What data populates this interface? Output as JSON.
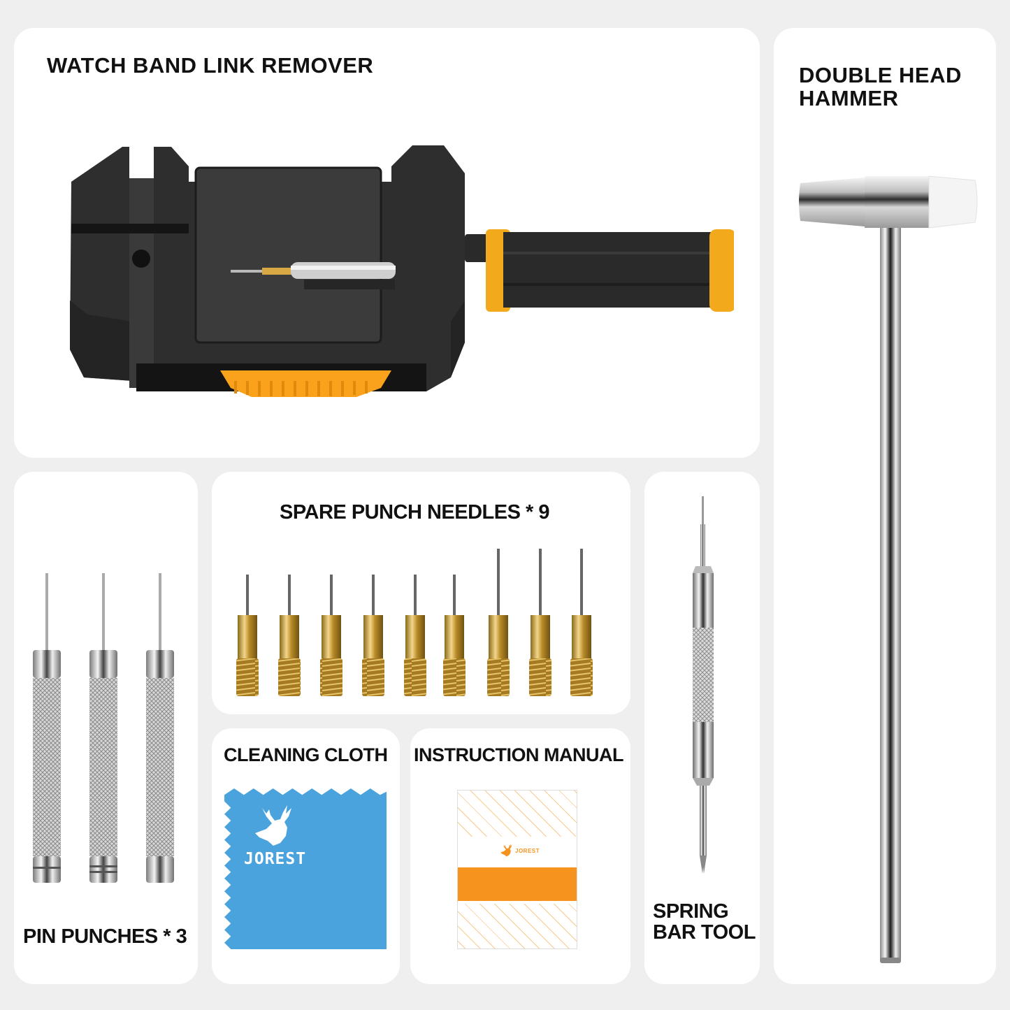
{
  "panels": {
    "link_remover": {
      "title": "WATCH BAND LINK REMOVER"
    },
    "hammer": {
      "title_line1": "DOUBLE HEAD",
      "title_line2": "HAMMER"
    },
    "pin_punches": {
      "title": "PIN PUNCHES * 3",
      "count": 3
    },
    "spare_needles": {
      "title": "SPARE PUNCH NEEDLES * 9",
      "count": 9
    },
    "cleaning_cloth": {
      "title": "CLEANING CLOTH",
      "brand": "JOREST"
    },
    "manual": {
      "title": "INSTRUCTION MANUAL",
      "brand": "JOREST"
    },
    "spring_bar": {
      "title_line1": "SPRING",
      "title_line2": "BAR TOOL"
    }
  },
  "colors": {
    "background": "#efefef",
    "panel": "#ffffff",
    "accent_yellow": "#f0a818",
    "gear_orange": "#fba21d",
    "cloth_blue": "#4aa3dc",
    "manual_orange": "#f6921e",
    "tool_black": "#2b2b2b",
    "brass": "#c79a34"
  }
}
